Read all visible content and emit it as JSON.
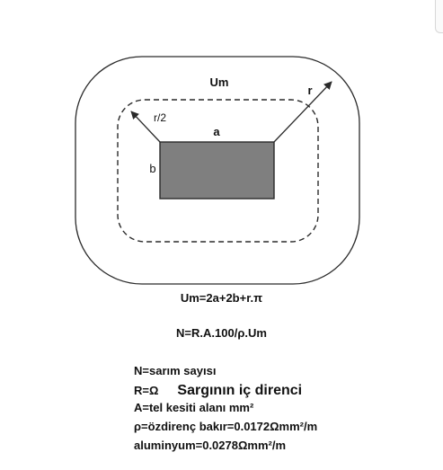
{
  "diagram": {
    "labels": {
      "perimeter": "Um",
      "radius": "r",
      "half_radius": "r/2",
      "side_a": "a",
      "side_b": "b"
    },
    "colors": {
      "core_fill": "#7f7f7f",
      "stroke": "#2a2a2a"
    }
  },
  "formulas": {
    "perimeter": "Um=2a+2b+r.π",
    "turns": "N=R.A.100/ρ.Um"
  },
  "legend": {
    "n": "N=sarım sayısı",
    "r_symbol": "R=Ω",
    "r_desc": "Sargının iç direnci",
    "a": "A=tel kesiti alanı mm²",
    "rho": "ρ=özdirenç bakır=0.0172Ωmm²/m",
    "al": "aluminyum=0.0278Ωmm²/m"
  }
}
